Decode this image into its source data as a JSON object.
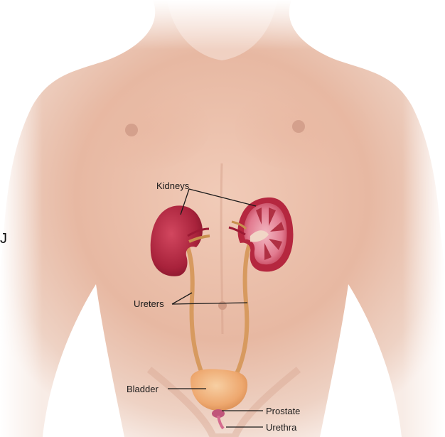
{
  "labels": {
    "kidneys": "Kidneys",
    "ureters": "Ureters",
    "bladder": "Bladder",
    "prostate": "Prostate",
    "urethra": "Urethra"
  },
  "edge_mark": "J",
  "colors": {
    "skin_light": "#f3d9cc",
    "skin_mid": "#e9bba6",
    "skin_shadow": "#d69e88",
    "kidney_outer": "#b5273f",
    "kidney_dark": "#8e1830",
    "kidney_medulla": "#d9627a",
    "ureter": "#d79a5f",
    "bladder": "#f0b079",
    "prostate": "#c0557a",
    "leader_line": "#1a1a1a"
  }
}
